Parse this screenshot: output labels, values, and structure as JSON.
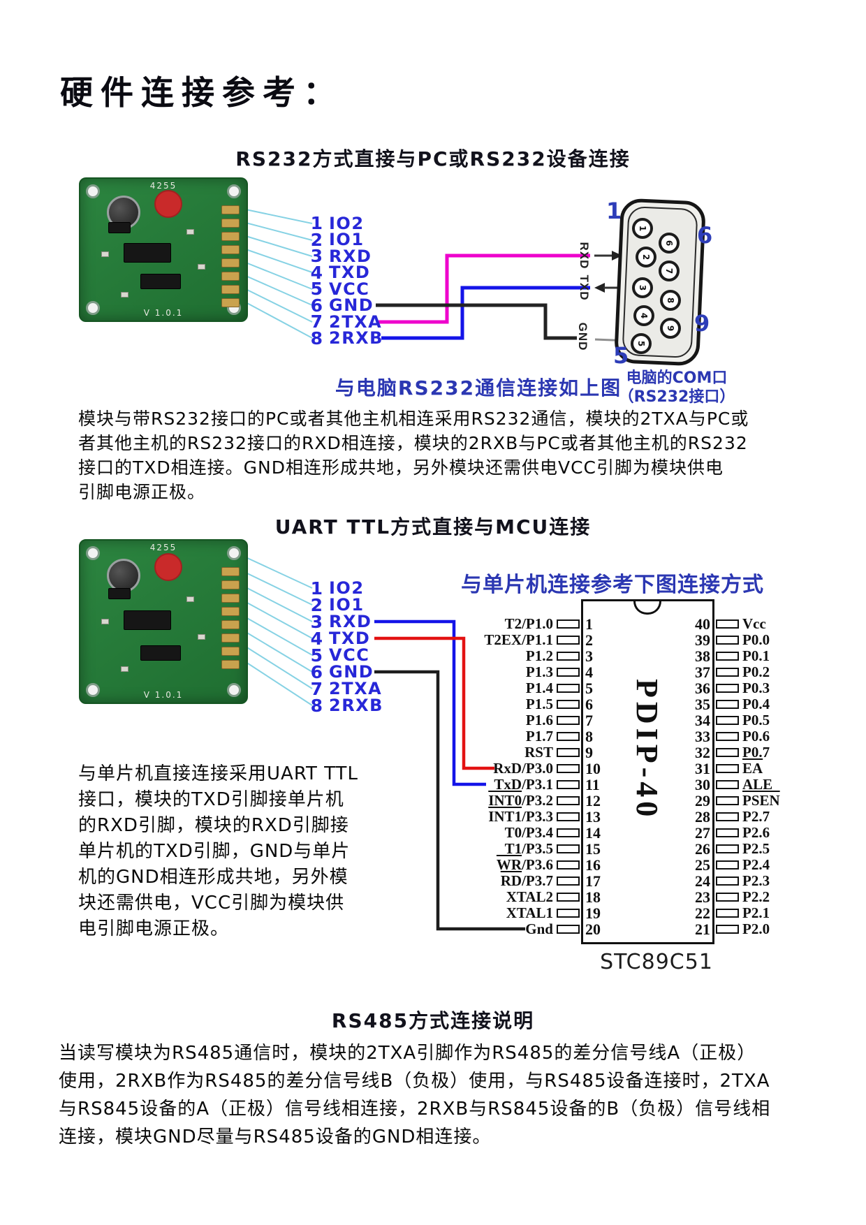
{
  "title": "硬件连接参考：",
  "rs232": {
    "heading": "RS232方式直接与PC或RS232设备连接",
    "caption": "与电脑RS232通信连接如上图",
    "com_label_line1": "电脑的COM口",
    "com_label_line2": "（RS232接口）",
    "module": {
      "board_code": "4255",
      "board_version": "V 1.0.1",
      "pins": [
        {
          "num": "1",
          "label": "IO2"
        },
        {
          "num": "2",
          "label": "IO1"
        },
        {
          "num": "3",
          "label": "RXD"
        },
        {
          "num": "4",
          "label": "TXD"
        },
        {
          "num": "5",
          "label": "VCC"
        },
        {
          "num": "6",
          "label": "GND"
        },
        {
          "num": "7",
          "label": "2TXA"
        },
        {
          "num": "8",
          "label": "2RXB"
        }
      ]
    },
    "db9": {
      "corner_top_left": "1",
      "corner_top_right": "6",
      "corner_bottom_right": "9",
      "corner_bottom_left": "5",
      "signal_rxd": "RXD",
      "signal_txd": "TXD",
      "signal_gnd": "GND",
      "pins": [
        "1",
        "2",
        "3",
        "4",
        "5",
        "6",
        "7",
        "8",
        "9"
      ]
    },
    "paragraph_lines": [
      "模块与带RS232接口的PC或者其他主机相连采用RS232通信，模块的2TXA与PC或",
      "者其他主机的RS232接口的RXD相连接，模块的2RXB与PC或者其他主机的RS232",
      "接口的TXD相连接。GND相连形成共地，另外模块还需供电VCC引脚为模块供电",
      "引脚电源正极。"
    ]
  },
  "uart": {
    "heading": "UART TTL方式直接与MCU连接",
    "diagram_title": "与单片机连接参考下图连接方式",
    "module": {
      "board_code": "4255",
      "board_version": "V 1.0.1",
      "pins": [
        {
          "num": "1",
          "label": "IO2"
        },
        {
          "num": "2",
          "label": "IO1"
        },
        {
          "num": "3",
          "label": "RXD"
        },
        {
          "num": "4",
          "label": "TXD"
        },
        {
          "num": "5",
          "label": "VCC"
        },
        {
          "num": "6",
          "label": "GND"
        },
        {
          "num": "7",
          "label": "2TXA"
        },
        {
          "num": "8",
          "label": "2RXB"
        }
      ]
    },
    "chip": {
      "package": "PDIP-40",
      "part_number": "STC89C51",
      "rows": [
        {
          "ln": "1",
          "lov": "",
          "llabel": "T2/P1.0",
          "rn": "40",
          "rov": "",
          "rlabel": "Vcc"
        },
        {
          "ln": "2",
          "lov": "",
          "llabel": "T2EX/P1.1",
          "rn": "39",
          "rov": "",
          "rlabel": "P0.0"
        },
        {
          "ln": "3",
          "lov": "",
          "llabel": "P1.2",
          "rn": "38",
          "rov": "",
          "rlabel": "P0.1"
        },
        {
          "ln": "4",
          "lov": "",
          "llabel": "P1.3",
          "rn": "37",
          "rov": "",
          "rlabel": "P0.2"
        },
        {
          "ln": "5",
          "lov": "",
          "llabel": "P1.4",
          "rn": "36",
          "rov": "",
          "rlabel": "P0.3"
        },
        {
          "ln": "6",
          "lov": "",
          "llabel": "P1.5",
          "rn": "35",
          "rov": "",
          "rlabel": "P0.4"
        },
        {
          "ln": "7",
          "lov": "",
          "llabel": "P1.6",
          "rn": "34",
          "rov": "",
          "rlabel": "P0.5"
        },
        {
          "ln": "8",
          "lov": "",
          "llabel": "P1.7",
          "rn": "33",
          "rov": "",
          "rlabel": "P0.6"
        },
        {
          "ln": "9",
          "lov": "",
          "llabel": "RST",
          "rn": "32",
          "rov": "",
          "rlabel": "P0.7"
        },
        {
          "ln": "10",
          "lov": "",
          "llabel": "RxD/P3.0",
          "rn": "31",
          "rov": "EA",
          "rlabel": ""
        },
        {
          "ln": "11",
          "lov": "",
          "llabel": "TxD/P3.1",
          "rn": "30",
          "rov": "",
          "rlabel": "ALE"
        },
        {
          "ln": "12",
          "lov": "INT0",
          "llabel": "/P3.2",
          "rn": "29",
          "rov": "PSEN",
          "rlabel": ""
        },
        {
          "ln": "13",
          "lov": "INT1",
          "llabel": "/P3.3",
          "rn": "28",
          "rov": "",
          "rlabel": "P2.7"
        },
        {
          "ln": "14",
          "lov": "",
          "llabel": "T0/P3.4",
          "rn": "27",
          "rov": "",
          "rlabel": "P2.6"
        },
        {
          "ln": "15",
          "lov": "",
          "llabel": "T1/P3.5",
          "rn": "26",
          "rov": "",
          "rlabel": "P2.5"
        },
        {
          "ln": "16",
          "lov": "WR",
          "llabel": "/P3.6",
          "rn": "25",
          "rov": "",
          "rlabel": "P2.4"
        },
        {
          "ln": "17",
          "lov": "RD",
          "llabel": "/P3.7",
          "rn": "24",
          "rov": "",
          "rlabel": "P2.3"
        },
        {
          "ln": "18",
          "lov": "",
          "llabel": "XTAL2",
          "rn": "23",
          "rov": "",
          "rlabel": "P2.2"
        },
        {
          "ln": "19",
          "lov": "",
          "llabel": "XTAL1",
          "rn": "22",
          "rov": "",
          "rlabel": "P2.1"
        },
        {
          "ln": "20",
          "lov": "",
          "llabel": "Gnd",
          "rn": "21",
          "rov": "",
          "rlabel": "P2.0"
        }
      ]
    },
    "paragraph_lines": [
      "与单片机直接连接采用UART TTL",
      "接口，模块的TXD引脚接单片机",
      "的RXD引脚，模块的RXD引脚接",
      "单片机的TXD引脚，GND与单片",
      "机的GND相连形成共地，另外模",
      "块还需供电，VCC引脚为模块供",
      "电引脚电源正极。"
    ]
  },
  "rs485": {
    "heading": "RS485方式连接说明",
    "paragraph_lines": [
      "当读写模块为RS485通信时，模块的2TXA引脚作为RS485的差分信号线A（正极）",
      "使用，2RXB作为RS485的差分信号线B（负极）使用，与RS485设备连接时，2TXA",
      "与RS845设备的A（正极）信号线相连接，2RXB与RS845设备的B（负极）信号线相",
      "连接，模块GND尽量与RS485设备的GND相连接。"
    ]
  }
}
